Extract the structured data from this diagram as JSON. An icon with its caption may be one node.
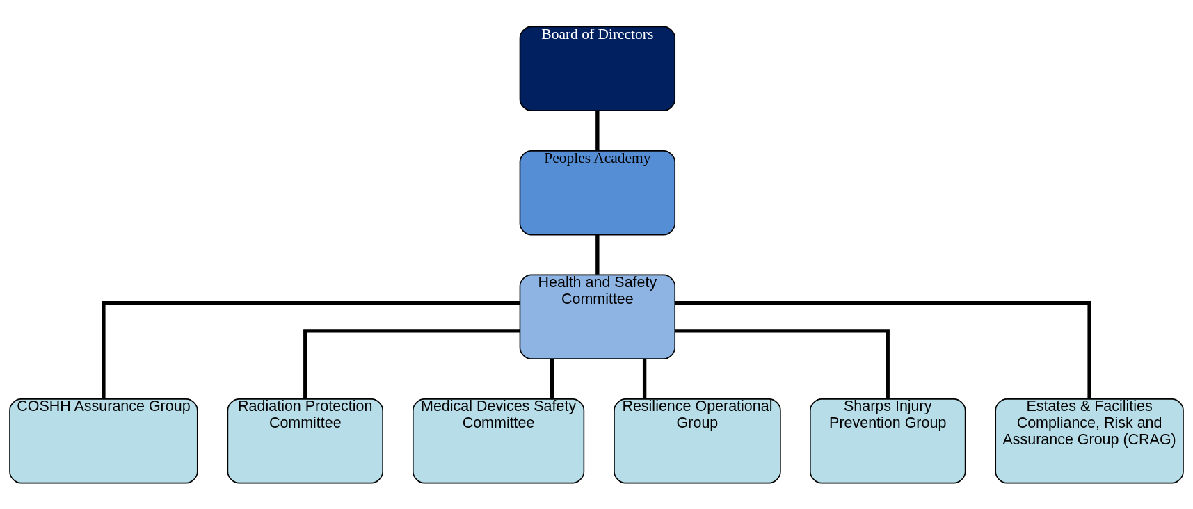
{
  "diagram": {
    "nodes": [
      {
        "text": [
          "Board of Directors"
        ]
      },
      {
        "text": [
          "Peoples Academy"
        ]
      },
      {
        "text": [
          "Health and Safety Committee"
        ]
      },
      {
        "text": [
          "COSHH Assurance Group"
        ]
      },
      {
        "text": [
          "Radiation Protection Committee"
        ]
      },
      {
        "text": [
          "Medical Devices Safety Committee"
        ]
      },
      {
        "text": [
          "Resilience Operational Group"
        ]
      },
      {
        "text": [
          "Sharps Injury Prevention Group"
        ]
      },
      {
        "text": [
          "Estates & Facilities Compliance, Risk and Assurance Group (CRAG)"
        ]
      }
    ],
    "edges": [
      {
        "from": 0,
        "to": 1,
        "arrow": "none"
      },
      {
        "from": 1,
        "to": 2,
        "arrow": "none"
      },
      {
        "from": 2,
        "to": 3,
        "arrow": "none"
      },
      {
        "from": 2,
        "to": 4,
        "arrow": "none"
      },
      {
        "from": 2,
        "to": 5,
        "arrow": "none"
      },
      {
        "from": 2,
        "to": 6,
        "arrow": "none"
      },
      {
        "from": 2,
        "to": 7,
        "arrow": "none"
      },
      {
        "from": 2,
        "to": 8,
        "arrow": "none"
      }
    ]
  }
}
